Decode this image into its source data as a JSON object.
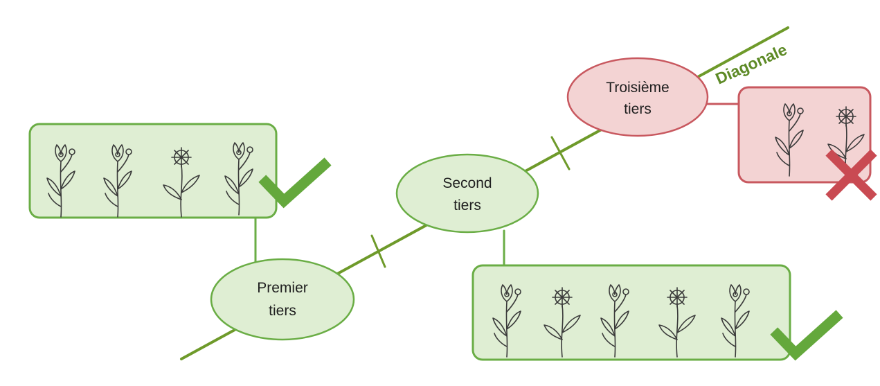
{
  "diagram": {
    "axis_label": "Diagonale",
    "tiers": [
      {
        "line1": "Premier",
        "line2": "tiers",
        "status": "accepted"
      },
      {
        "line1": "Second",
        "line2": "tiers",
        "status": "accepted"
      },
      {
        "line1": "Troisième",
        "line2": "tiers",
        "status": "rejected"
      }
    ],
    "colors": {
      "line": "#6e9a2a",
      "green_fill": "#dfeed3",
      "green_stroke": "#6aad45",
      "red_fill": "#f3d3d3",
      "red_stroke": "#c8585f",
      "check": "#64a83c",
      "cross": "#c94a52",
      "label": "#5d8a26"
    },
    "flower_boxes": [
      {
        "attached_to": "Premier tiers",
        "icons": [
          "flower-icon",
          "flower-icon",
          "flower-icon",
          "flower-icon"
        ],
        "mark": "check-icon"
      },
      {
        "attached_to": "Second tiers",
        "icons": [
          "flower-icon",
          "flower-icon",
          "flower-icon",
          "flower-icon",
          "flower-icon"
        ],
        "mark": "check-icon"
      },
      {
        "attached_to": "Troisième tiers",
        "icons": [
          "flower-icon",
          "flower-icon"
        ],
        "mark": "cross-icon"
      }
    ]
  }
}
